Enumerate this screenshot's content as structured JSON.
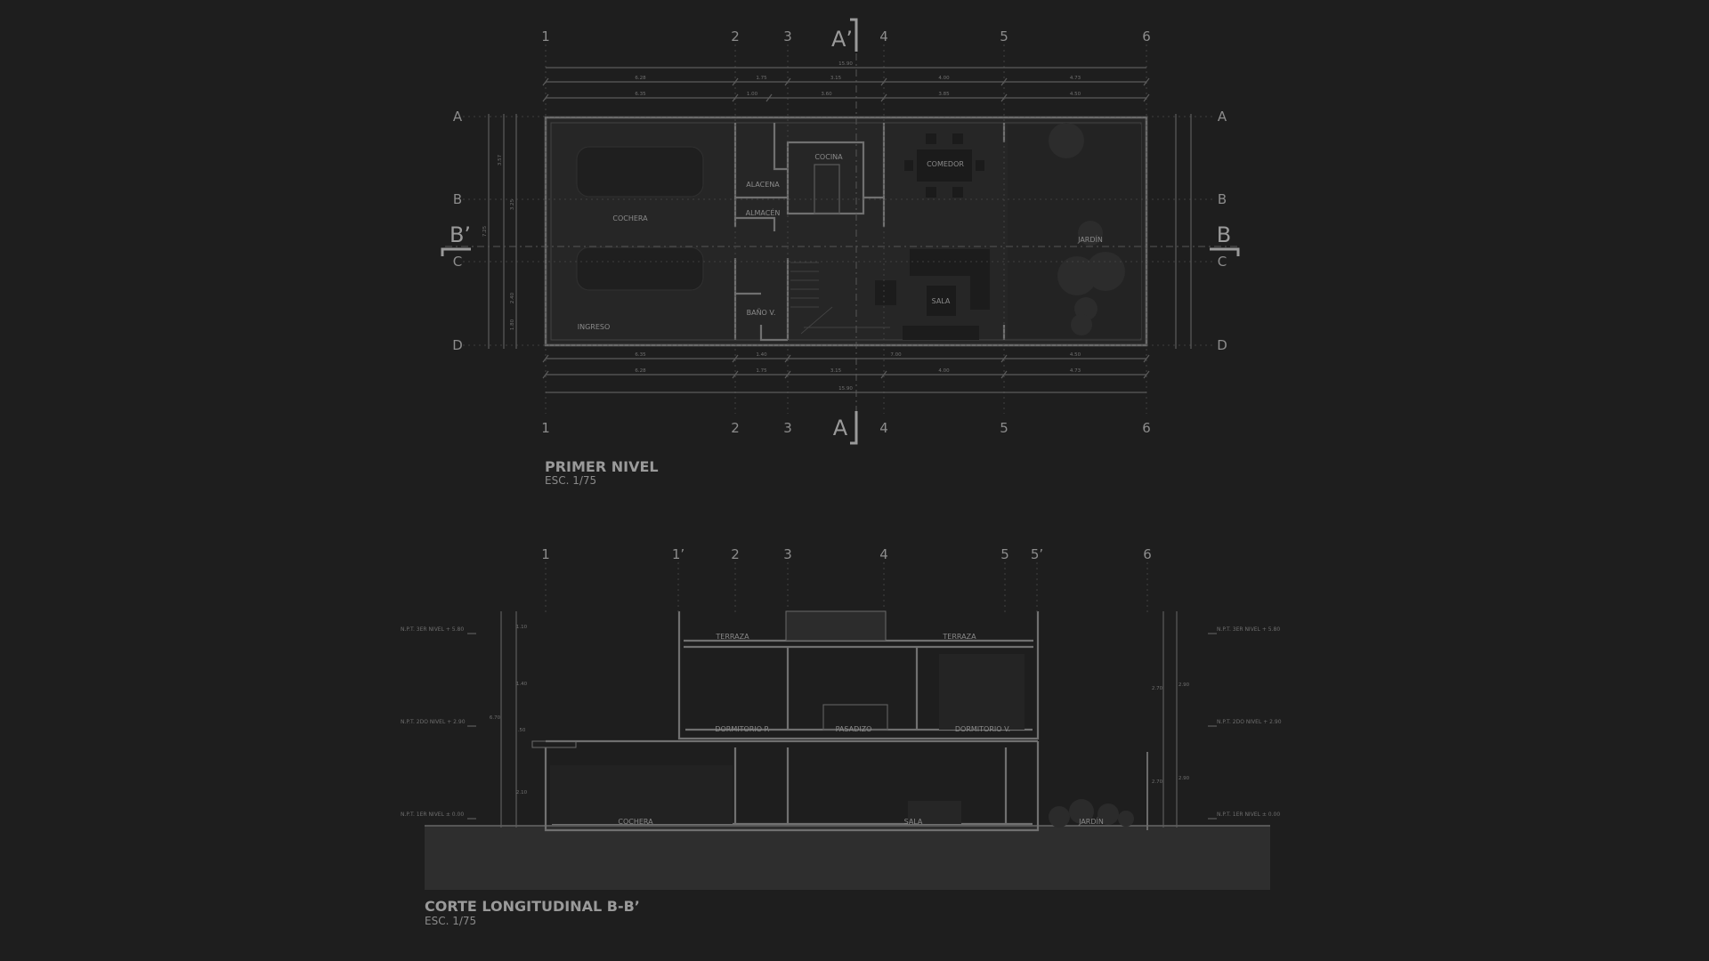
{
  "plan": {
    "title": "PRIMER NIVEL",
    "scale": "ESC. 1/75",
    "grid_columns": [
      "1",
      "2",
      "3",
      "4",
      "5",
      "6"
    ],
    "grid_rows": [
      "A",
      "B",
      "C",
      "D"
    ],
    "cut_marks": {
      "a_top": "A’",
      "a_bottom": "A",
      "b_left": "B’",
      "b_right": "B"
    },
    "dims_top": {
      "total": "15.90",
      "row1": [
        "6.28",
        "1.75",
        "3.15",
        "4.00",
        "4.73"
      ],
      "row2": [
        "6.35",
        "1.00",
        "3.60",
        "3.85",
        "4.50"
      ]
    },
    "dims_bottom": {
      "row1": [
        "6.35",
        "1.40",
        "7.00",
        "4.50"
      ],
      "row2": [
        "6.28",
        "1.75",
        "3.15",
        "4.00",
        "4.73"
      ],
      "total": "15.90"
    },
    "dims_side": [
      "3.57",
      "3.25",
      "7.25",
      "2.40",
      "1.80"
    ],
    "rooms": {
      "cochera": "COCHERA",
      "alacena": "ALACENA",
      "almacen": "ALMACÉN",
      "cocina": "COCINA",
      "comedor": "COMEDOR",
      "jardin": "JARDÍN",
      "sala": "SALA",
      "bano": "BAÑO V.",
      "ingreso": "INGRESO"
    }
  },
  "section": {
    "title": "CORTE LONGITUDINAL B-B’",
    "scale": "ESC. 1/75",
    "grid_columns": [
      "1",
      "1’",
      "2",
      "3",
      "4",
      "5",
      "5’",
      "6"
    ],
    "levels": [
      "N.P.T. 3ER NIVEL + 5.80",
      "N.P.T. 2DO NIVEL + 2.90",
      "N.P.T. 1ER NIVEL ± 0.00"
    ],
    "dims_left": [
      "1.10",
      "1.40",
      "6.70",
      ".50",
      "2.10"
    ],
    "dims_right": [
      "2.70",
      "2.90",
      "2.70",
      "2.90"
    ],
    "rooms": {
      "terraza_1": "TERRAZA",
      "terraza_2": "TERRAZA",
      "dormitorio_p": "DORMITORIO P.",
      "pasadizo": "PASADIZO",
      "dormitorio_v": "DORMITORIO V.",
      "cochera": "COCHERA",
      "sala": "SALA",
      "jardin": "JARDÍN"
    }
  },
  "colors": {
    "background": "#1e1e1e",
    "lines": "#5c5c5c",
    "text": "#8a8a8a"
  }
}
